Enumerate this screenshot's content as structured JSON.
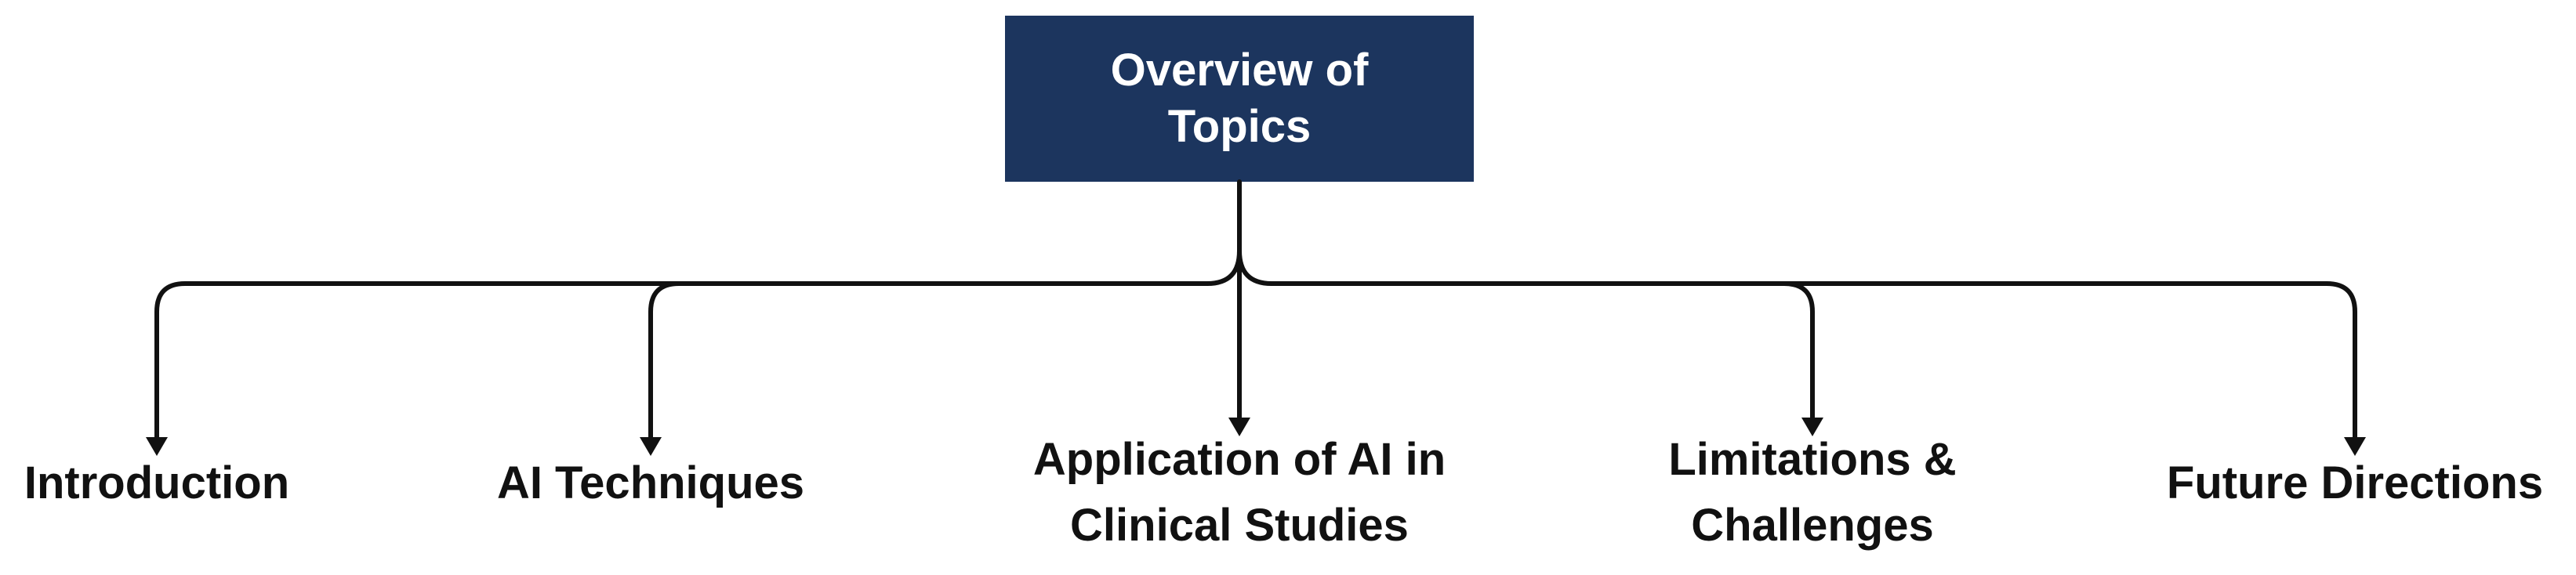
{
  "diagram": {
    "root": {
      "label_line1": "Overview of",
      "label_line2": "Topics"
    },
    "topics": [
      {
        "line1": "Introduction"
      },
      {
        "line1": "AI Techniques"
      },
      {
        "line1": "Application of AI in",
        "line2": "Clinical Studies"
      },
      {
        "line1": "Limitations &",
        "line2": "Challenges"
      },
      {
        "line1": "Future Directions"
      }
    ],
    "colors": {
      "root_fill": "#1c355e",
      "root_text": "#ffffff",
      "lines": "#111111",
      "topic_text": "#111111"
    }
  }
}
